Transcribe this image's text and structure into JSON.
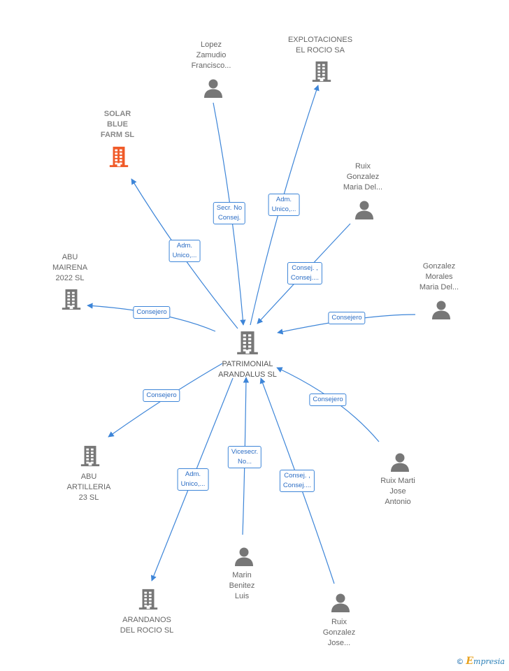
{
  "colors": {
    "edge": "#3d85d8",
    "building": "#777777",
    "building_highlight": "#f05a28",
    "person": "#777777"
  },
  "center": {
    "id": "patrimonial",
    "label": [
      "PATRIMONIAL",
      "ARANDALUS SL"
    ],
    "icon": "building-icon"
  },
  "nodes": [
    {
      "id": "lopez",
      "icon": "person-icon",
      "label": [
        "Lopez",
        "Zamudio",
        "Francisco..."
      ]
    },
    {
      "id": "explotaciones",
      "icon": "building-icon",
      "label": [
        "EXPLOTACIONES",
        "EL ROCIO SA"
      ]
    },
    {
      "id": "solar",
      "icon": "building-icon",
      "highlight": true,
      "label": [
        "SOLAR",
        "BLUE",
        "FARM  SL"
      ]
    },
    {
      "id": "ruix-maria",
      "icon": "person-icon",
      "label": [
        "Ruix",
        "Gonzalez",
        "Maria Del..."
      ]
    },
    {
      "id": "abu-mairena",
      "icon": "building-icon",
      "label": [
        "ABU",
        "MAIRENA",
        "2022  SL"
      ]
    },
    {
      "id": "gonzalez-morales",
      "icon": "person-icon",
      "label": [
        "Gonzalez",
        "Morales",
        "Maria Del..."
      ]
    },
    {
      "id": "abu-artilleria",
      "icon": "building-icon",
      "label": [
        "ABU",
        "ARTILLERIA",
        "23  SL"
      ]
    },
    {
      "id": "ruix-marti",
      "icon": "person-icon",
      "label": [
        "Ruix Marti",
        "Jose",
        "Antonio"
      ]
    },
    {
      "id": "marin",
      "icon": "person-icon",
      "label": [
        "Marin",
        "Benitez",
        "Luis"
      ]
    },
    {
      "id": "arandanos",
      "icon": "building-icon",
      "label": [
        "ARANDANOS",
        "DEL ROCIO SL"
      ]
    },
    {
      "id": "ruix-jose",
      "icon": "person-icon",
      "label": [
        "Ruix",
        "Gonzalez",
        "Jose..."
      ]
    }
  ],
  "edges": [
    {
      "node": "lopez",
      "direction": "to-center",
      "label": [
        "Secr.  No",
        "Consej."
      ]
    },
    {
      "node": "explotaciones",
      "direction": "from-center",
      "label": [
        "Adm.",
        "Unico,..."
      ]
    },
    {
      "node": "solar",
      "direction": "from-center",
      "label": [
        "Adm.",
        "Unico,..."
      ]
    },
    {
      "node": "ruix-maria",
      "direction": "to-center",
      "label": [
        "Consej. ,",
        "Consej...."
      ]
    },
    {
      "node": "abu-mairena",
      "direction": "from-center",
      "label": [
        "Consejero"
      ]
    },
    {
      "node": "gonzalez-morales",
      "direction": "to-center",
      "label": [
        "Consejero"
      ]
    },
    {
      "node": "abu-artilleria",
      "direction": "from-center",
      "label": [
        "Consejero"
      ]
    },
    {
      "node": "ruix-marti",
      "direction": "to-center",
      "label": [
        "Consejero"
      ]
    },
    {
      "node": "marin",
      "direction": "to-center",
      "label": [
        "Vicesecr.",
        "No..."
      ]
    },
    {
      "node": "arandanos",
      "direction": "from-center",
      "label": [
        "Adm.",
        "Unico,..."
      ]
    },
    {
      "node": "ruix-jose",
      "direction": "to-center",
      "label": [
        "Consej. ,",
        "Consej...."
      ]
    }
  ],
  "brand": {
    "copyright": "©",
    "initial": "E",
    "name": "mpresia"
  }
}
